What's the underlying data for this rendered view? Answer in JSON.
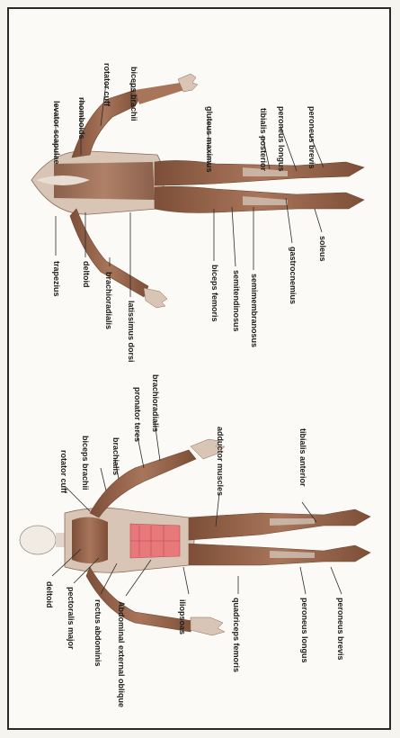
{
  "back_view": {
    "labels": {
      "levator_scapulae": "levator scapulae",
      "rhomboids": "rhomboids",
      "rotator_cuff": "rotator cuff",
      "biceps_brachii": "biceps brachii",
      "gluteus_maximus": "gluteus maximus",
      "tibialis_posterior": "tibialis posterior",
      "peroneus_longus": "peroneus longus",
      "peroneus_brevis": "peroneus brevis",
      "trapezius": "trapezius",
      "deltoid": "deltoid",
      "brachioradialis": "brachioradialis",
      "latissimus_dorsi": "latissimus dorsi",
      "biceps_femoris": "biceps femoris",
      "semitendinosus": "semitendinosus",
      "semimembranosus": "semimembranosus",
      "gastrocnemius": "gastrocnemius",
      "soleus": "soleus"
    }
  },
  "front_view": {
    "labels": {
      "rotator_cuff": "rotator cuff",
      "biceps_brachii": "biceps brachii",
      "brachialis": "brachialis",
      "pronator_teres": "pronator teres",
      "brachioradialis": "brachioradialis",
      "adductor_muscles": "adductor muscles",
      "tibialis_anterior": "tibialis anterior",
      "deltoid": "deltoid",
      "pectoralis_major": "pectoralis major",
      "rectus_abdominis": "rectus abdominis",
      "abdominal_external_oblique": "Abdominal external oblique",
      "iliopsoas": "iliopsoas",
      "quadriceps_femoris": "quadriceps femoris",
      "peroneus_longus": "peroneus longus",
      "peroneus_brevis": "peroneus brevis"
    }
  },
  "colors": {
    "muscle": "#9b6a4f",
    "muscle_dark": "#6e4631",
    "skin": "#e9d7c7",
    "abs": "#e7797a",
    "tendon": "#d9cfc3",
    "frame": "#2a2a2a"
  }
}
